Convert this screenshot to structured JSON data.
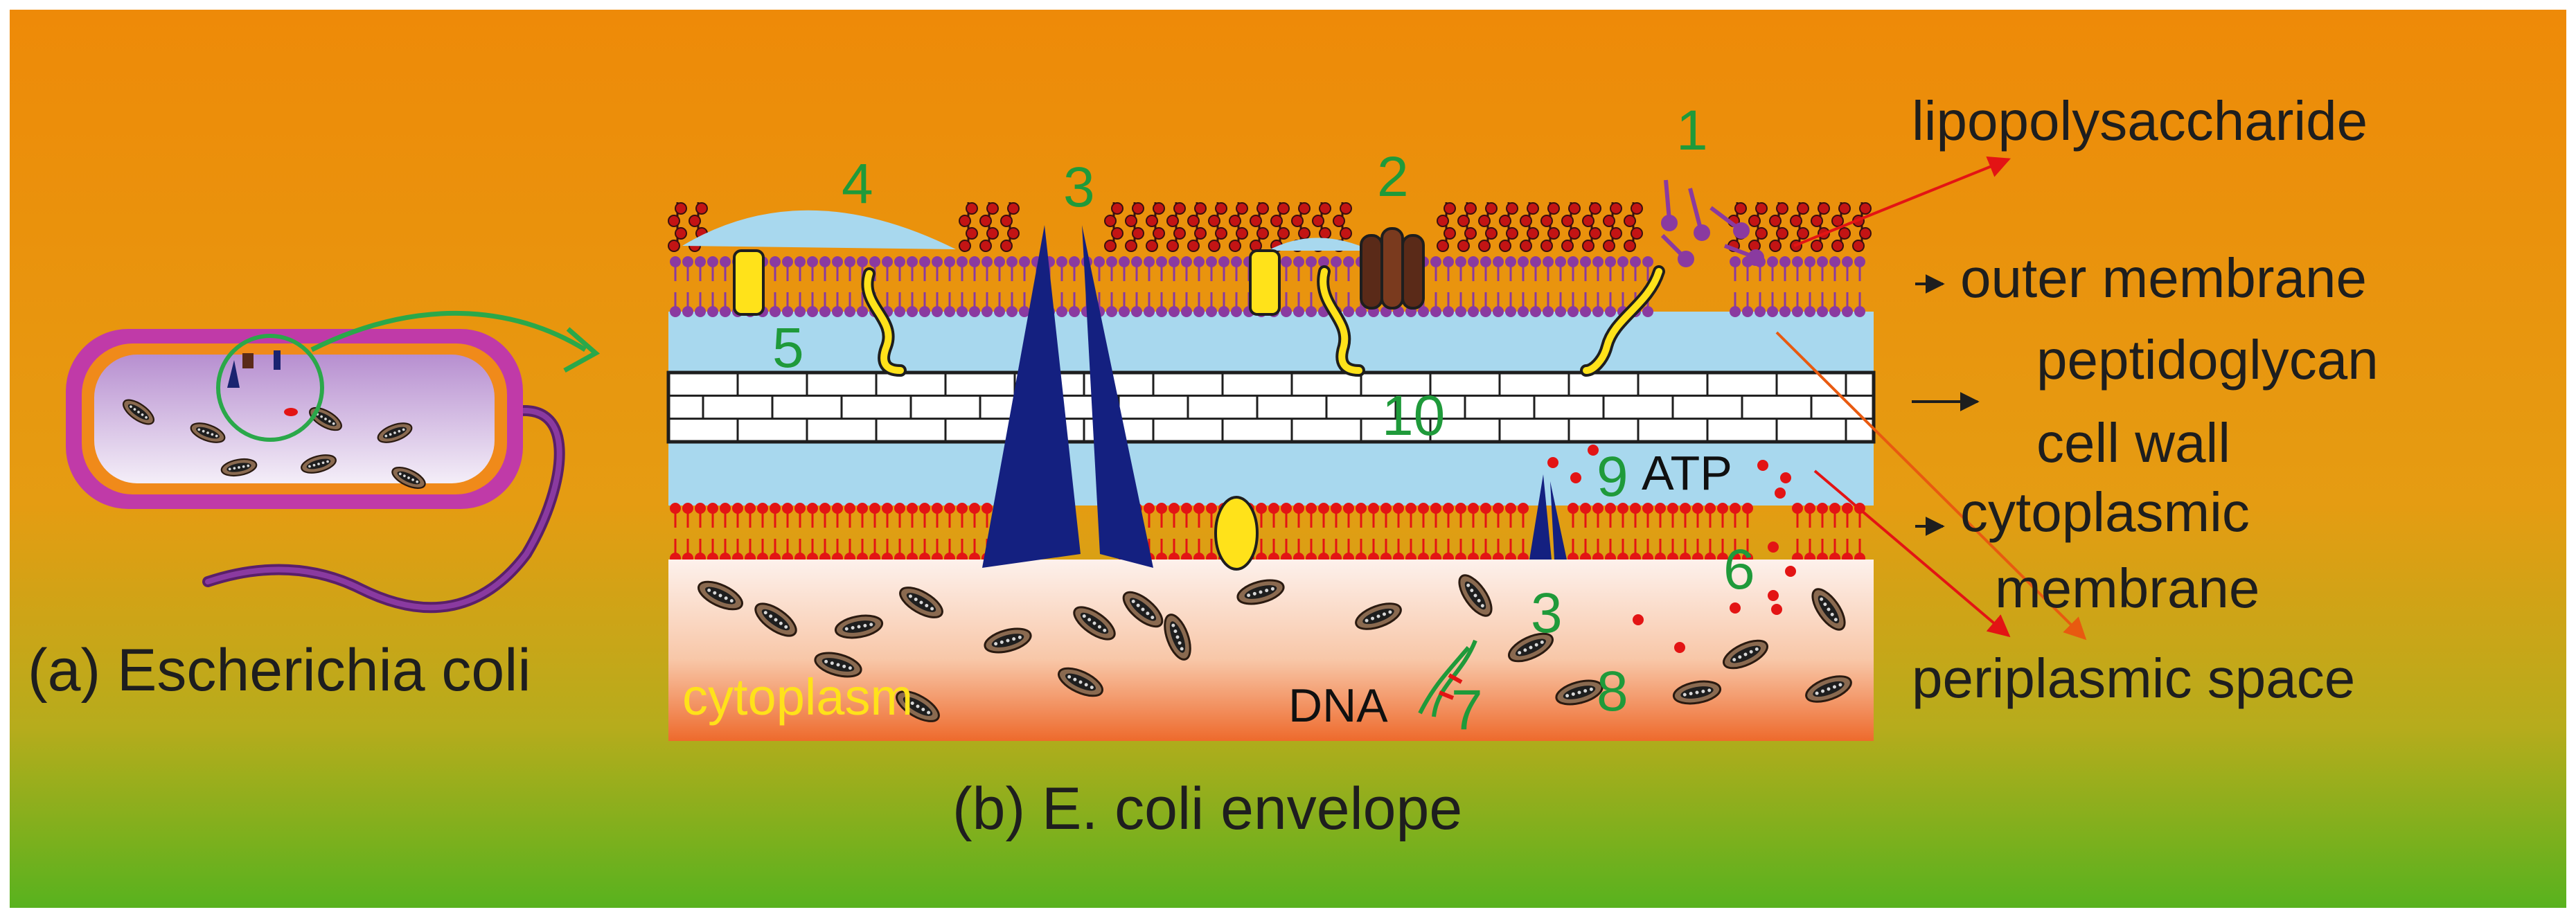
{
  "panel_a": {
    "caption": "(a) Escherichia coli"
  },
  "panel_b": {
    "caption": "(b) E. coli envelope",
    "labels": {
      "lipopolysaccharide": "lipopolysaccharide",
      "outer_membrane": "outer membrane",
      "peptidoglycan": "peptidoglycan",
      "cell_wall": "cell wall",
      "cytoplasmic": "cytoplasmic",
      "membrane": "membrane",
      "periplasmic_space": "periplasmic space",
      "cytoplasm": "cytoplasm",
      "dna": "DNA",
      "atp": "ATP"
    },
    "numbers": [
      "1",
      "2",
      "3",
      "4",
      "5",
      "6",
      "7",
      "8",
      "9",
      "10",
      "3"
    ]
  },
  "colors": {
    "background_top": "#ee8a08",
    "background_bottom": "#58b21e",
    "label_green": "#1f9a3a",
    "cytoplasm_yellow": "#ffe21a",
    "channel_blue": "#142080",
    "lipid_red": "#e31414",
    "lipid_purple": "#8a3aa0",
    "periplasm_blue": "#a8d8ee",
    "arrow_red": "#e31414"
  }
}
